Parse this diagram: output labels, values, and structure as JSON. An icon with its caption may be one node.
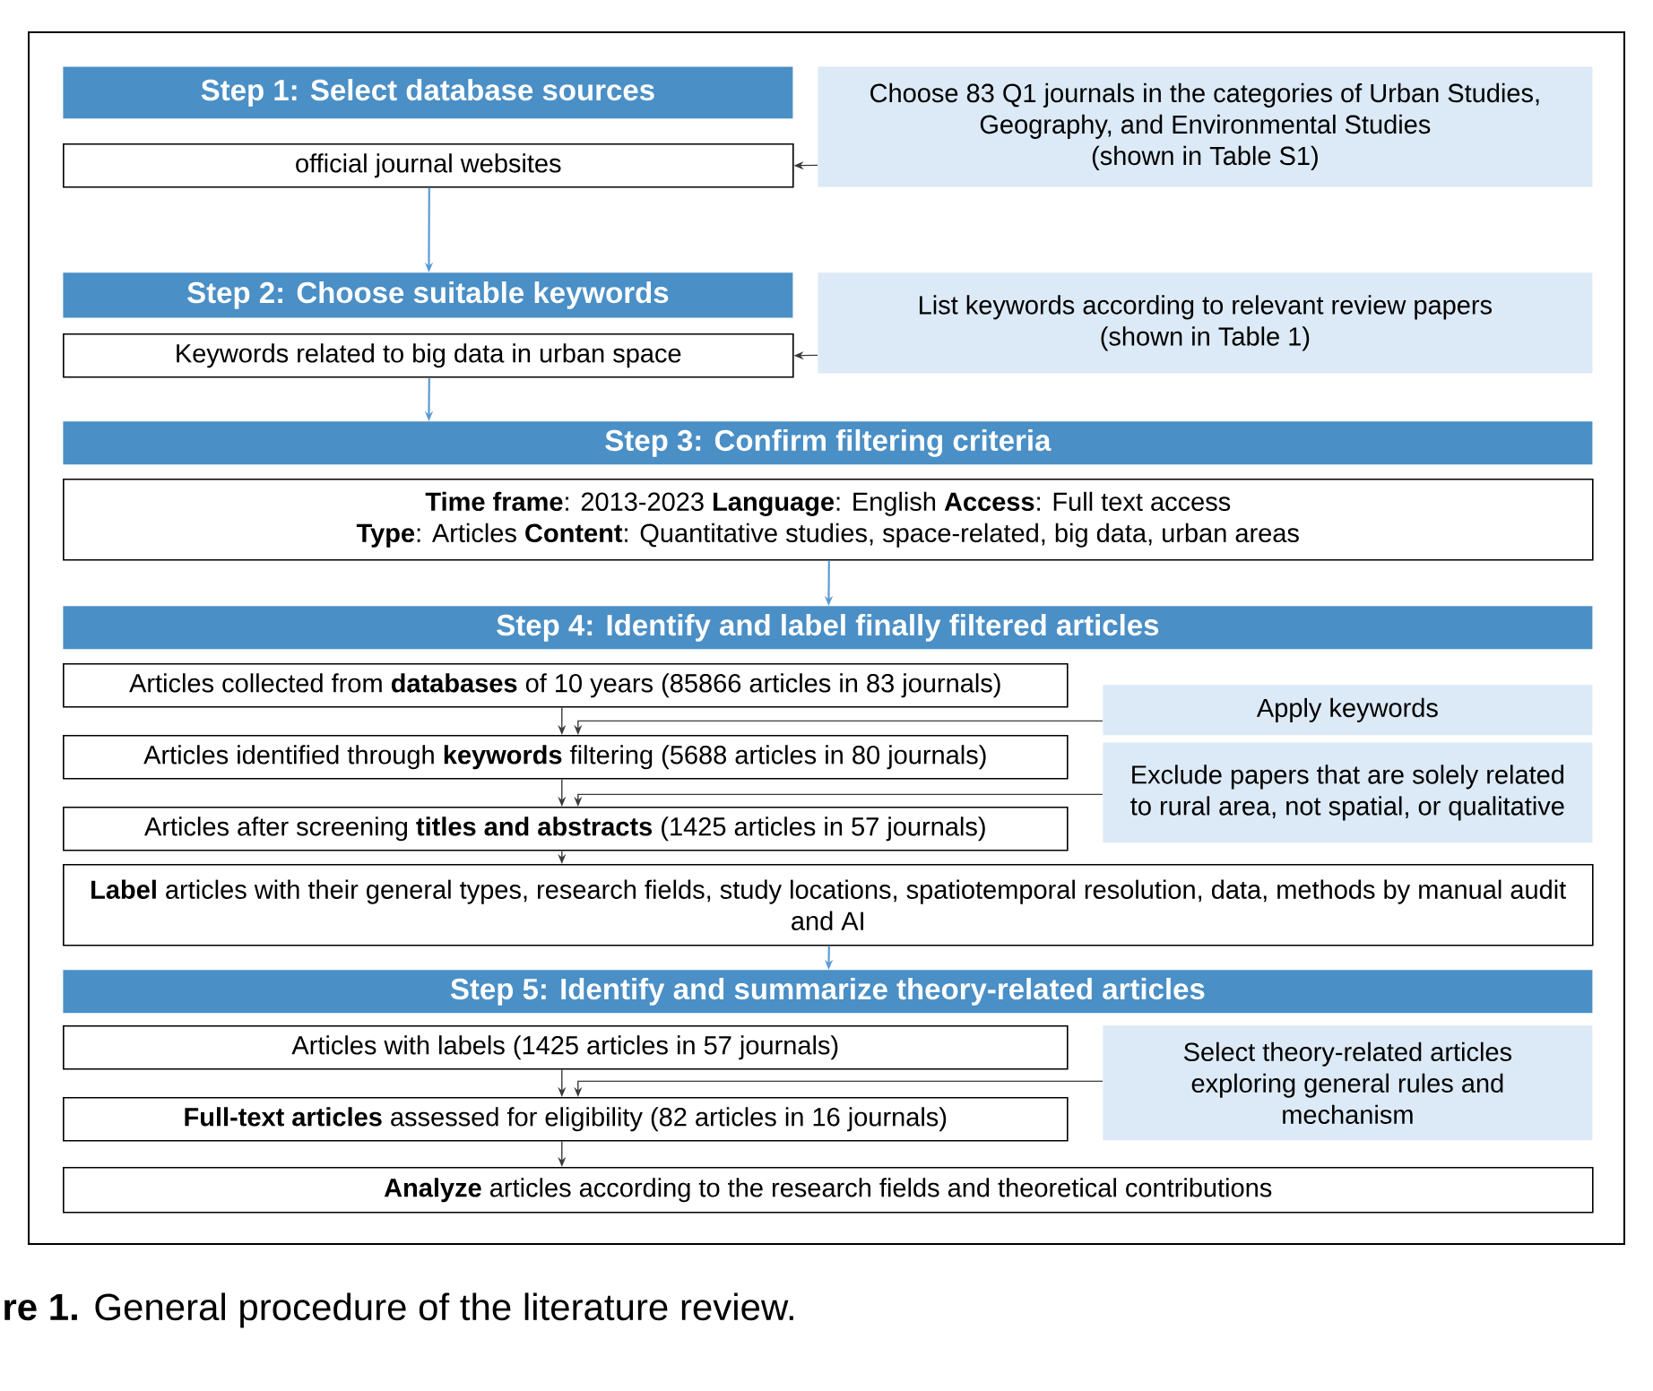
{
  "diagram": {
    "caption": "**re 1.** General procedure of the literature review.",
    "nodes": [
      {
        "text": [
          "Step 1: Select database sources"
        ]
      },
      {
        "text": [
          "official journal websites"
        ]
      },
      {
        "text": [
          "Choose 83 Q1 journals in the categories of Urban Studies, Geography, and Environmental Studies",
          "(shown in Table S1)"
        ]
      },
      {
        "text": [
          "Step 2: Choose suitable keywords"
        ]
      },
      {
        "text": [
          "Keywords related to big data in urban space"
        ]
      },
      {
        "text": [
          "List keywords according to relevant review papers",
          "(shown in Table 1)"
        ]
      },
      {
        "text": [
          "Step 3: Confirm filtering criteria"
        ]
      },
      {
        "text": [
          "**Time frame**: 2013-2023 **Language**: English **Access**: Full text access",
          "**Type**: Articles **Content**: Quantitative studies, space-related, big data, urban areas"
        ]
      },
      {
        "text": [
          "Step 4: Identify and label finally filtered articles"
        ]
      },
      {
        "text": [
          "Articles collected from **databases** of 10 years (85866 articles in 83 journals)"
        ]
      },
      {
        "text": [
          "Articles identified through **keywords** filtering (5688 articles in 80 journals)"
        ]
      },
      {
        "text": [
          "Articles after screening **titles and abstracts** (1425 articles in 57 journals)"
        ]
      },
      {
        "text": [
          "Apply keywords"
        ]
      },
      {
        "text": [
          "Exclude papers that are solely related to rural area, not spatial, or qualitative"
        ]
      },
      {
        "text": [
          "**Label** articles with their general types, research fields, study locations, spatiotemporal resolution, data, methods by manual audit and AI"
        ]
      },
      {
        "text": [
          "Step 5: Identify and summarize theory-related articles"
        ]
      },
      {
        "text": [
          "Articles with labels (1425 articles in 57 journals)"
        ]
      },
      {
        "text": [
          "**Full-text articles** assessed for eligibility (82 articles in 16 journals)"
        ]
      },
      {
        "text": [
          "Select theory-related articles exploring general rules and mechanism"
        ]
      },
      {
        "text": [
          "**Analyze** articles according to the research fields and theoretical contributions"
        ]
      }
    ],
    "edges": [
      {
        "from": 2,
        "to": 1,
        "arrow": "to"
      },
      {
        "from": 1,
        "to": 3,
        "arrow": "to",
        "color": "#5b9bd5"
      },
      {
        "from": 5,
        "to": 4,
        "arrow": "to"
      },
      {
        "from": 4,
        "to": 6,
        "arrow": "to",
        "color": "#5b9bd5"
      },
      {
        "from": 7,
        "to": 8,
        "arrow": "to",
        "color": "#5b9bd5"
      },
      {
        "from": 9,
        "to": 10,
        "arrow": "to"
      },
      {
        "from": 12,
        "to": 10,
        "arrow": "to"
      },
      {
        "from": 10,
        "to": 11,
        "arrow": "to"
      },
      {
        "from": 13,
        "to": 11,
        "arrow": "to"
      },
      {
        "from": 11,
        "to": 14,
        "arrow": "to"
      },
      {
        "from": 14,
        "to": 15,
        "arrow": "to",
        "color": "#5b9bd5"
      },
      {
        "from": 16,
        "to": 17,
        "arrow": "to"
      },
      {
        "from": 18,
        "to": 17,
        "arrow": "to"
      },
      {
        "from": 17,
        "to": 19,
        "arrow": "to"
      }
    ]
  }
}
